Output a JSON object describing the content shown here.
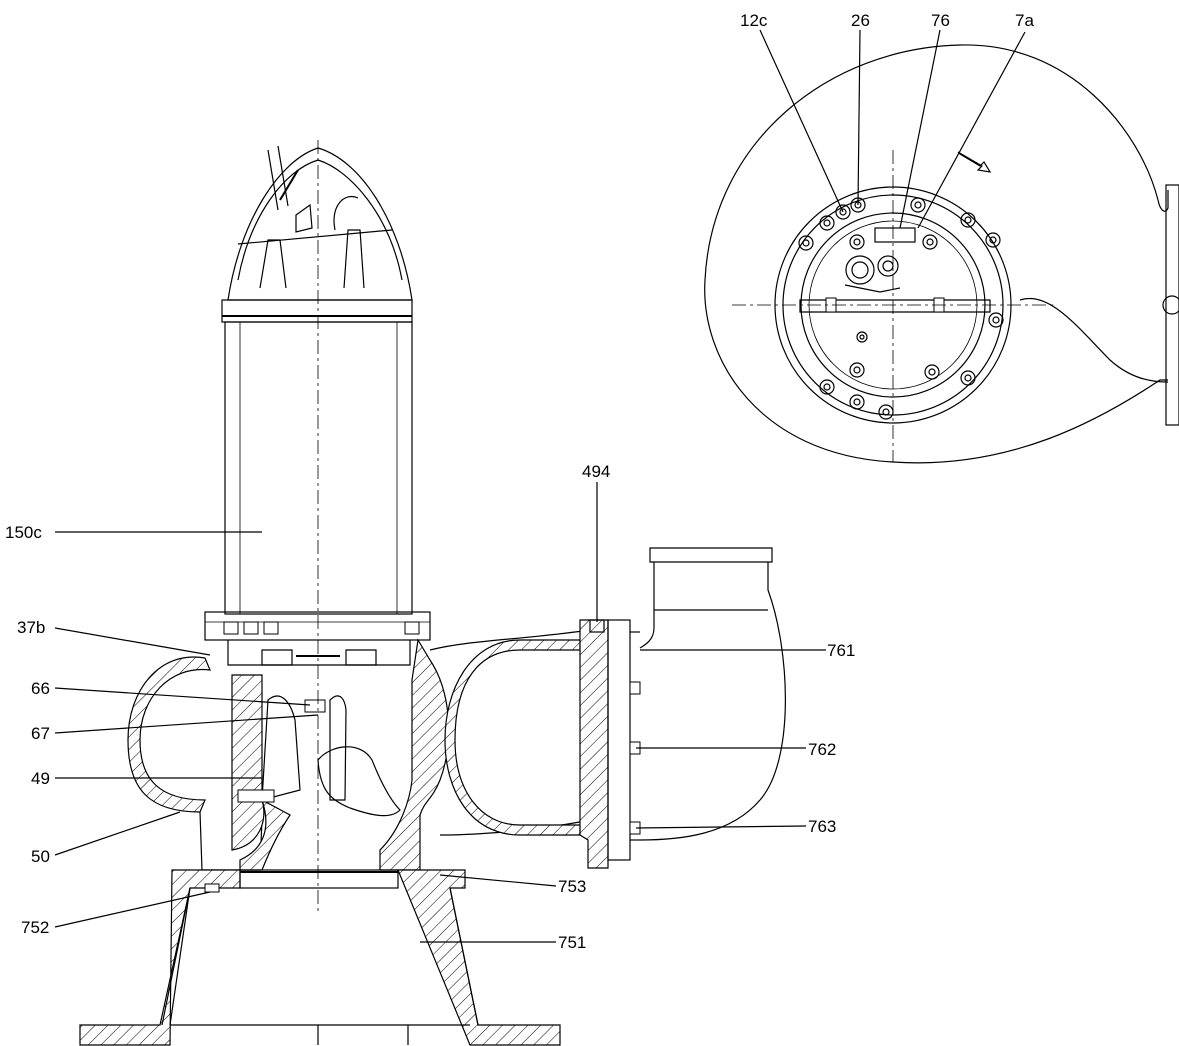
{
  "callouts": {
    "c12c": "12c",
    "c26": "26",
    "c76": "76",
    "c7a": "7a",
    "c494": "494",
    "c150c": "150c",
    "c37b": "37b",
    "c66": "66",
    "c67": "67",
    "c49": "49",
    "c50": "50",
    "c752": "752",
    "c761": "761",
    "c762": "762",
    "c763": "763",
    "c753": "753",
    "c751": "751"
  }
}
